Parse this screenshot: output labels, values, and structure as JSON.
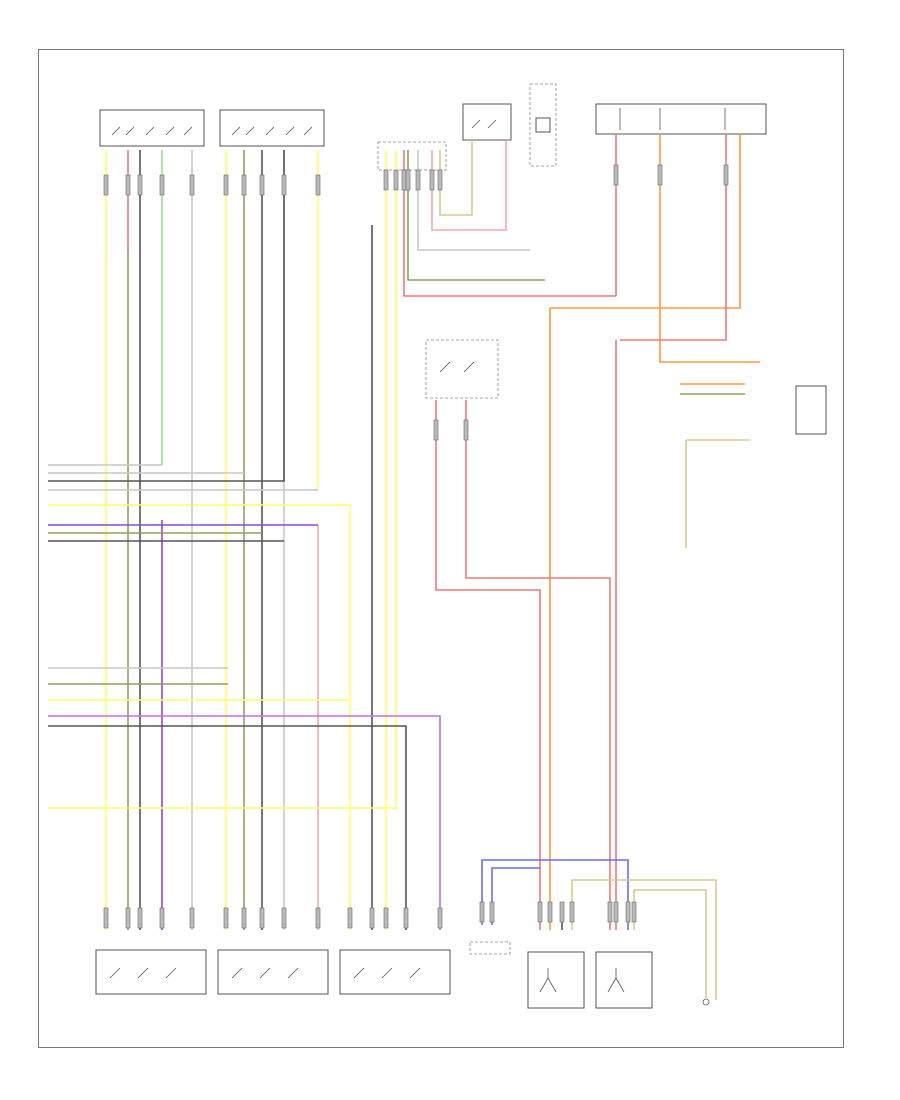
{
  "diagram": {
    "footer_code": "",
    "colors": {
      "yellow": "#ffff66",
      "red": "#f07878",
      "pink": "#f4a8a8",
      "green": "#9adf8a",
      "grey": "#c8c8c8",
      "olive": "#9a9a60",
      "black": "#555555",
      "purple": "#8a4ad0",
      "orange": "#ff9a3a",
      "blue": "#6a6aff",
      "tan": "#d8c890",
      "violet": "#c070e0"
    },
    "components": [
      {
        "id": "rear-left-heated-seat-module",
        "label": ""
      },
      {
        "id": "rear-right-heated-seat-module",
        "label": ""
      },
      {
        "id": "central-connector-block",
        "label": ""
      },
      {
        "id": "relay-module",
        "label": ""
      },
      {
        "id": "fuse-block",
        "label": ""
      },
      {
        "id": "fuse-relay-panel",
        "label": ""
      },
      {
        "id": "power-relay-switch",
        "label": ""
      },
      {
        "id": "ground-connector",
        "label": ""
      },
      {
        "id": "left-rear-heated-seat",
        "label": ""
      },
      {
        "id": "right-rear-heated-seat",
        "label": ""
      },
      {
        "id": "right-front-heated-seat",
        "label": ""
      },
      {
        "id": "occupant-sensor-module",
        "label": ""
      },
      {
        "id": "heated-seat-switch-left",
        "label": ""
      },
      {
        "id": "heated-seat-switch-right",
        "label": ""
      },
      {
        "id": "seat-ground",
        "label": ""
      }
    ]
  }
}
